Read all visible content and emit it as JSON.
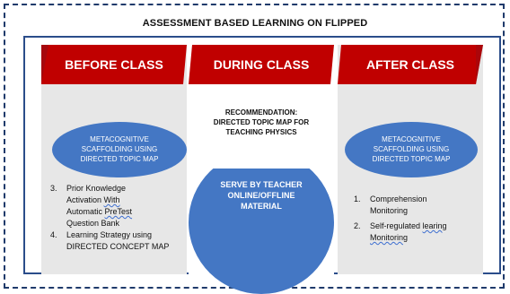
{
  "title": "ASSESSMENT BASED LEARNING ON FLIPPED",
  "colors": {
    "frame": "#1f3a6b",
    "header_red": "#c00000",
    "header_dark_red": "#8c0e1a",
    "ellipse_blue": "#4477c4",
    "panel_gray": "#e7e7e7"
  },
  "before": {
    "header": "BEFORE CLASS",
    "ellipse": [
      "METACOGNITIVE",
      "SCAFFOLDING USING",
      "DIRECTED TOPIC MAP"
    ],
    "items": [
      {
        "num": "3.",
        "parts": [
          "Prior Knowledge",
          "Activation ",
          "With",
          " Automatic ",
          "PreTest",
          " Question Bank"
        ]
      },
      {
        "num": "4.",
        "parts": [
          "Learning Strategy using DIRECTED CONCEPT MAP"
        ]
      }
    ]
  },
  "during": {
    "header": "DURING CLASS",
    "recommendation": [
      "RECOMMENDATION:",
      "DIRECTED TOPIC  MAP FOR",
      "TEACHING PHYSICS"
    ],
    "ellipse": [
      "SERVE BY TEACHER",
      "ONLINE/OFFLINE",
      "MATERIAL"
    ]
  },
  "after": {
    "header": "AFTER CLASS",
    "ellipse": [
      "METACOGNITIVE",
      "SCAFFOLDING USING",
      "DIRECTED TOPIC MAP"
    ],
    "items": [
      {
        "num": "1.",
        "parts": [
          "Comprehension Monitoring"
        ]
      },
      {
        "num": "2.",
        "parts": [
          "Self-regulated ",
          "learing",
          " ",
          "Monitoring"
        ]
      }
    ]
  }
}
